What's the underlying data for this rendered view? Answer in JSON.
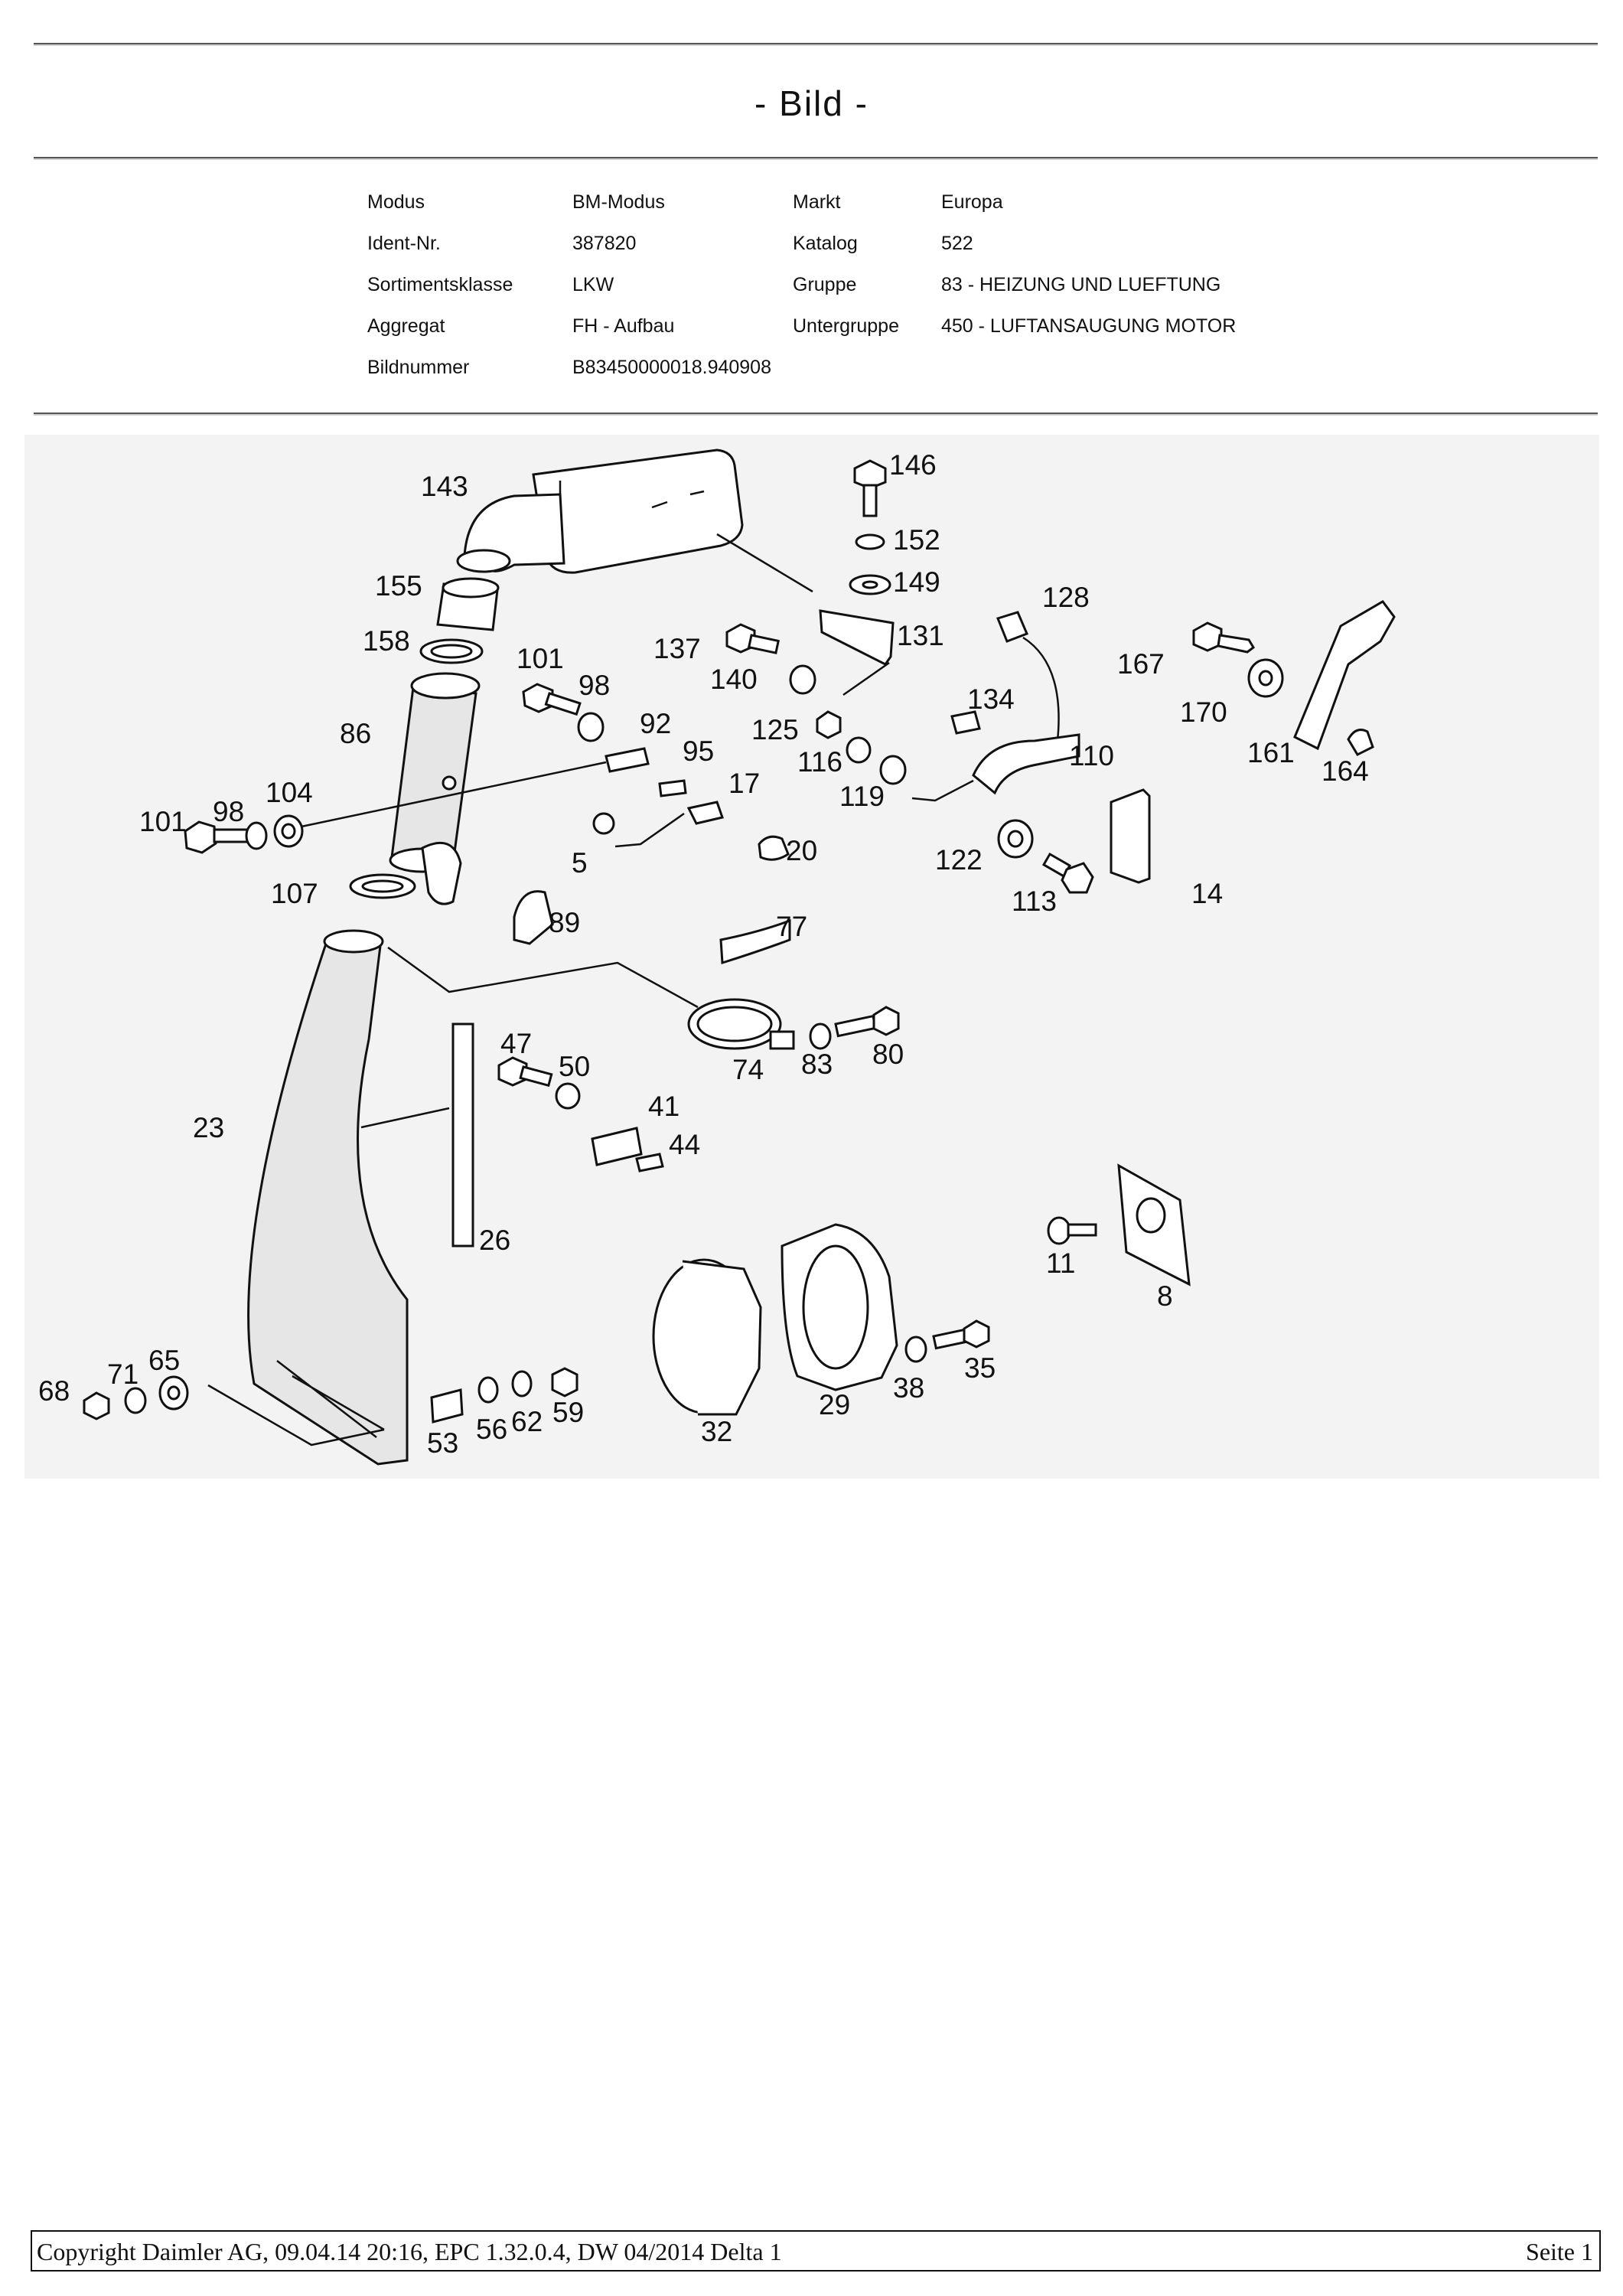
{
  "page": {
    "title": "- Bild -"
  },
  "meta": [
    {
      "k1": "Modus",
      "v1": "BM-Modus",
      "k2": "Markt",
      "v2": "Europa"
    },
    {
      "k1": "Ident-Nr.",
      "v1": "387820",
      "k2": "Katalog",
      "v2": "522"
    },
    {
      "k1": "Sortimentsklasse",
      "v1": "LKW",
      "k2": "Gruppe",
      "v2": "83  -  HEIZUNG  UND  LUEFTUNG"
    },
    {
      "k1": "Aggregat",
      "v1": "FH  -  Aufbau",
      "k2": "Untergruppe",
      "v2": "450  -  LUFTANSAUGUNG  MOTOR"
    },
    {
      "k1": "Bildnummer",
      "v1": "B83450000018.940908",
      "k2": "",
      "v2": ""
    }
  ],
  "diagram": {
    "labels": [
      "143",
      "146",
      "152",
      "149",
      "155",
      "128",
      "131",
      "158",
      "137",
      "101",
      "140",
      "167",
      "98",
      "134",
      "170",
      "92",
      "125",
      "86",
      "116",
      "110",
      "161",
      "164",
      "95",
      "104",
      "17",
      "119",
      "101",
      "98",
      "20",
      "5",
      "122",
      "107",
      "113",
      "14",
      "89",
      "77",
      "47",
      "74",
      "83",
      "80",
      "50",
      "41",
      "23",
      "44",
      "11",
      "26",
      "8",
      "65",
      "71",
      "35",
      "68",
      "38",
      "59",
      "29",
      "62",
      "56",
      "53",
      "32"
    ]
  },
  "footer": {
    "copyright": "Copyright Daimler AG, 09.04.14 20:16, EPC 1.32.0.4, DW 04/2014 Delta 1",
    "page": "Seite 1"
  }
}
